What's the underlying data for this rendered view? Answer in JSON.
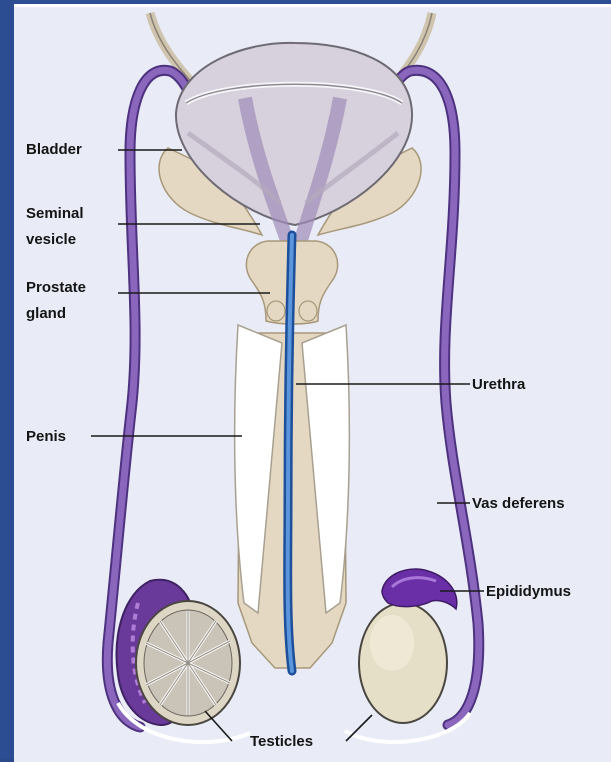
{
  "labels": {
    "bladder": "Bladder",
    "seminal_vesicle_line1": "Seminal",
    "seminal_vesicle_line2": "vesicle",
    "prostate_line1": "Prostate",
    "prostate_line2": "gland",
    "penis": "Penis",
    "urethra": "Urethra",
    "vas_deferens": "Vas deferens",
    "epididymus": "Epididymus",
    "testicles": "Testicles"
  },
  "colors": {
    "frame": "#2c4d92",
    "background": "#e9ecf6",
    "vas_deferens": "#7b57ad",
    "epididymis": "#6a2fa6",
    "gland_tissue": "#e4d8c2",
    "bladder": "#c9c3d1",
    "urethra": "#2f6fc2",
    "testicle": "#e6dfc8"
  }
}
